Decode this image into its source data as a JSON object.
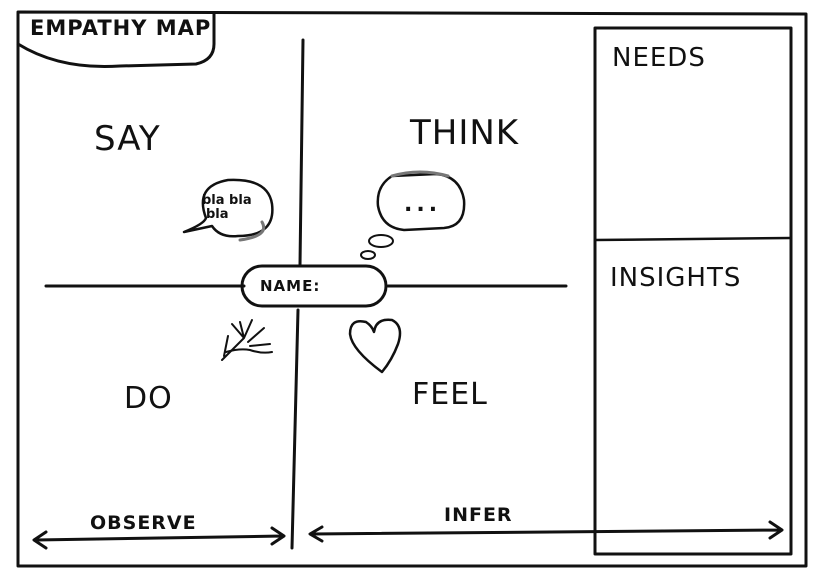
{
  "title": "EMPATHY MAP",
  "quadrants": {
    "say": "SAY",
    "think": "THINK",
    "do": "DO",
    "feel": "FEEL"
  },
  "side_panels": {
    "needs": "NEEDS",
    "insights": "INSIGHTS"
  },
  "center": {
    "name_label": "NAME:"
  },
  "speech_bubble": {
    "line1": "bla bla",
    "line2": "bla"
  },
  "thought_bubble": {
    "text": "..."
  },
  "axes": {
    "observe": "OBSERVE",
    "infer": "INFER"
  },
  "icons": [
    "speech-bubble-icon",
    "thought-bubble-icon",
    "heart-icon",
    "hand-icon"
  ]
}
